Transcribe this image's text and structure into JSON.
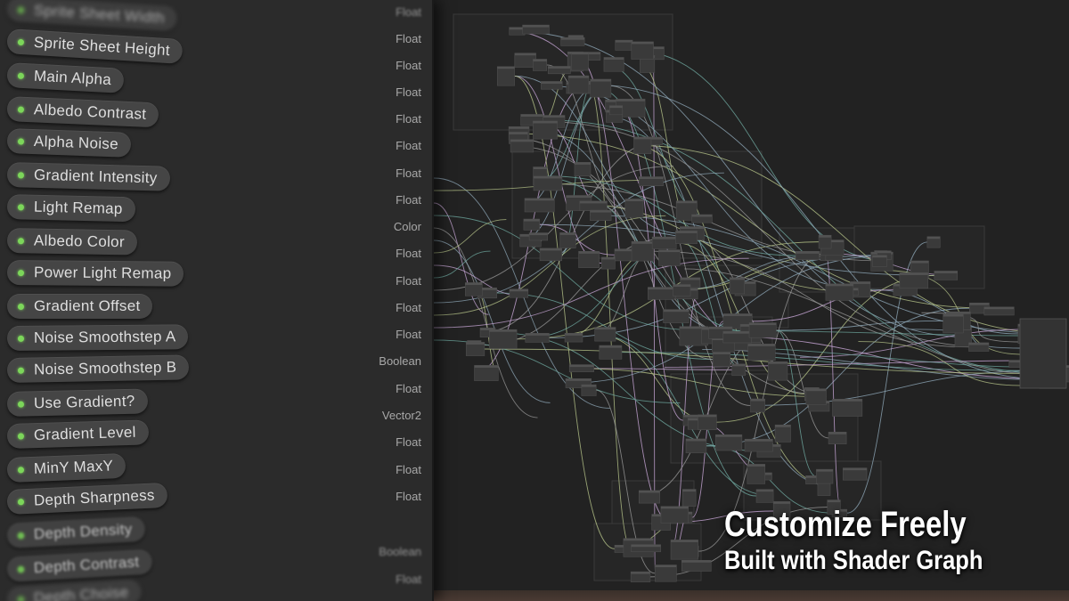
{
  "blackboard": {
    "properties": [
      {
        "name": "Sprite Sheet Width",
        "type": "Float",
        "state": "partially-visible"
      },
      {
        "name": "Sprite Sheet Height",
        "type": "Float"
      },
      {
        "name": "Main Alpha",
        "type": "Float"
      },
      {
        "name": "Albedo Contrast",
        "type": "Float"
      },
      {
        "name": "Alpha Noise",
        "type": "Float"
      },
      {
        "name": "Gradient Intensity",
        "type": "Float"
      },
      {
        "name": "Light Remap",
        "type": "Float"
      },
      {
        "name": "Albedo Color",
        "type": "Float"
      },
      {
        "name": "Power Light Remap",
        "type": "Color"
      },
      {
        "name": "Gradient Offset",
        "type": "Float"
      },
      {
        "name": "Noise Smoothstep A",
        "type": "Float"
      },
      {
        "name": "Noise Smoothstep B",
        "type": "Float"
      },
      {
        "name": "Use Gradient?",
        "type": "Float"
      },
      {
        "name": "Gradient Level",
        "type": "Boolean"
      },
      {
        "name": "MinY MaxY",
        "type": "Float"
      },
      {
        "name": "Depth Sharpness",
        "type": "Vector2"
      },
      {
        "name": "Depth Density",
        "type": "Float"
      },
      {
        "name": "Depth Contrast",
        "type": "Float"
      },
      {
        "name": "Depth Choise",
        "type": "Float",
        "state": "partially-visible"
      }
    ],
    "extra_types": [
      "Boolean",
      "Float"
    ],
    "accent_color": "#7cd65a"
  },
  "caption": {
    "line1": "Customize Freely",
    "line2": "Built with Shader Graph"
  },
  "colors": {
    "graph_background": "#222222",
    "panel_background": "#2b2b2b",
    "pill_background": "#454545",
    "edge_float": "#8fa8b8",
    "edge_vector": "#b7c48a",
    "edge_color": "#c9a8d8"
  }
}
